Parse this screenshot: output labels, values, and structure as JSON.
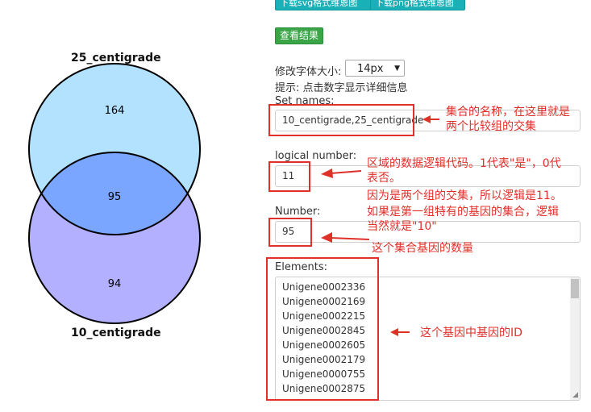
{
  "toolbar": {
    "download_svg": "下载svg格式维恩图",
    "download_png": "下载png格式维恩图",
    "view_results": "查看结果"
  },
  "venn": {
    "set_top_label": "25_centigrade",
    "set_bottom_label": "10_centigrade",
    "count_top_only": "164",
    "count_overlap": "95",
    "count_bottom_only": "94",
    "colors": {
      "top": "#b2e2ff",
      "bottom": "#b3b1ff",
      "overlap": "#7ba6ff"
    }
  },
  "form": {
    "font_size_label": "修改字体大小:",
    "font_size_value": "14px",
    "hint": "提示: 点击数字显示详细信息",
    "set_names_label": "Set names:",
    "set_names_value": "10_centigrade,25_centigrade",
    "logical_label": "logical number:",
    "logical_value": "11",
    "number_label": "Number:",
    "number_value": "95",
    "elements_label": "Elements:",
    "elements": [
      "Unigene0002336",
      "Unigene0002169",
      "Unigene0002215",
      "Unigene0002845",
      "Unigene0002605",
      "Unigene0002179",
      "Unigene0000755",
      "Unigene0002875"
    ]
  },
  "annotations": {
    "set_names_1": "集合的名称，在这里就是",
    "set_names_2": "两个比较组的交集",
    "logical_1": "区域的数据逻辑代码。1代表\"是\"，0代",
    "logical_2": "表否。",
    "logical_3": "因为是两个组的交集，所以逻辑是11。",
    "logical_4": "如果是第一组特有的基因的集合，逻辑",
    "logical_5": "当然就是\"10\"",
    "number": "这个集合基因的数量",
    "elements": "这个基因中基因的ID"
  }
}
